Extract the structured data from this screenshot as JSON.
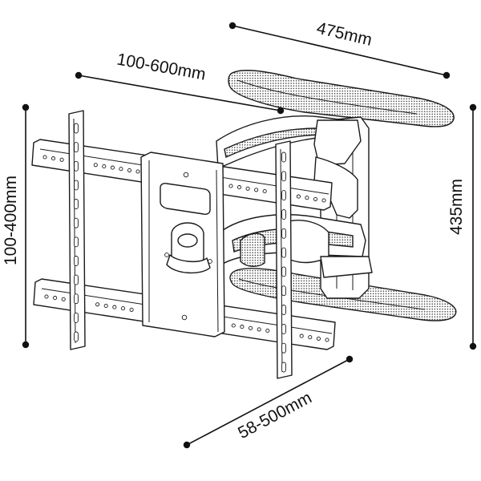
{
  "dimensions": {
    "arm_width": {
      "label": "475mm"
    },
    "horizontal_spacing": {
      "label": "100-600mm"
    },
    "vertical_spacing": {
      "label": "100-400mm"
    },
    "height": {
      "label": "435mm"
    },
    "extension": {
      "label": "58-500mm"
    }
  },
  "colors": {
    "line": "#111111",
    "background": "#ffffff"
  }
}
